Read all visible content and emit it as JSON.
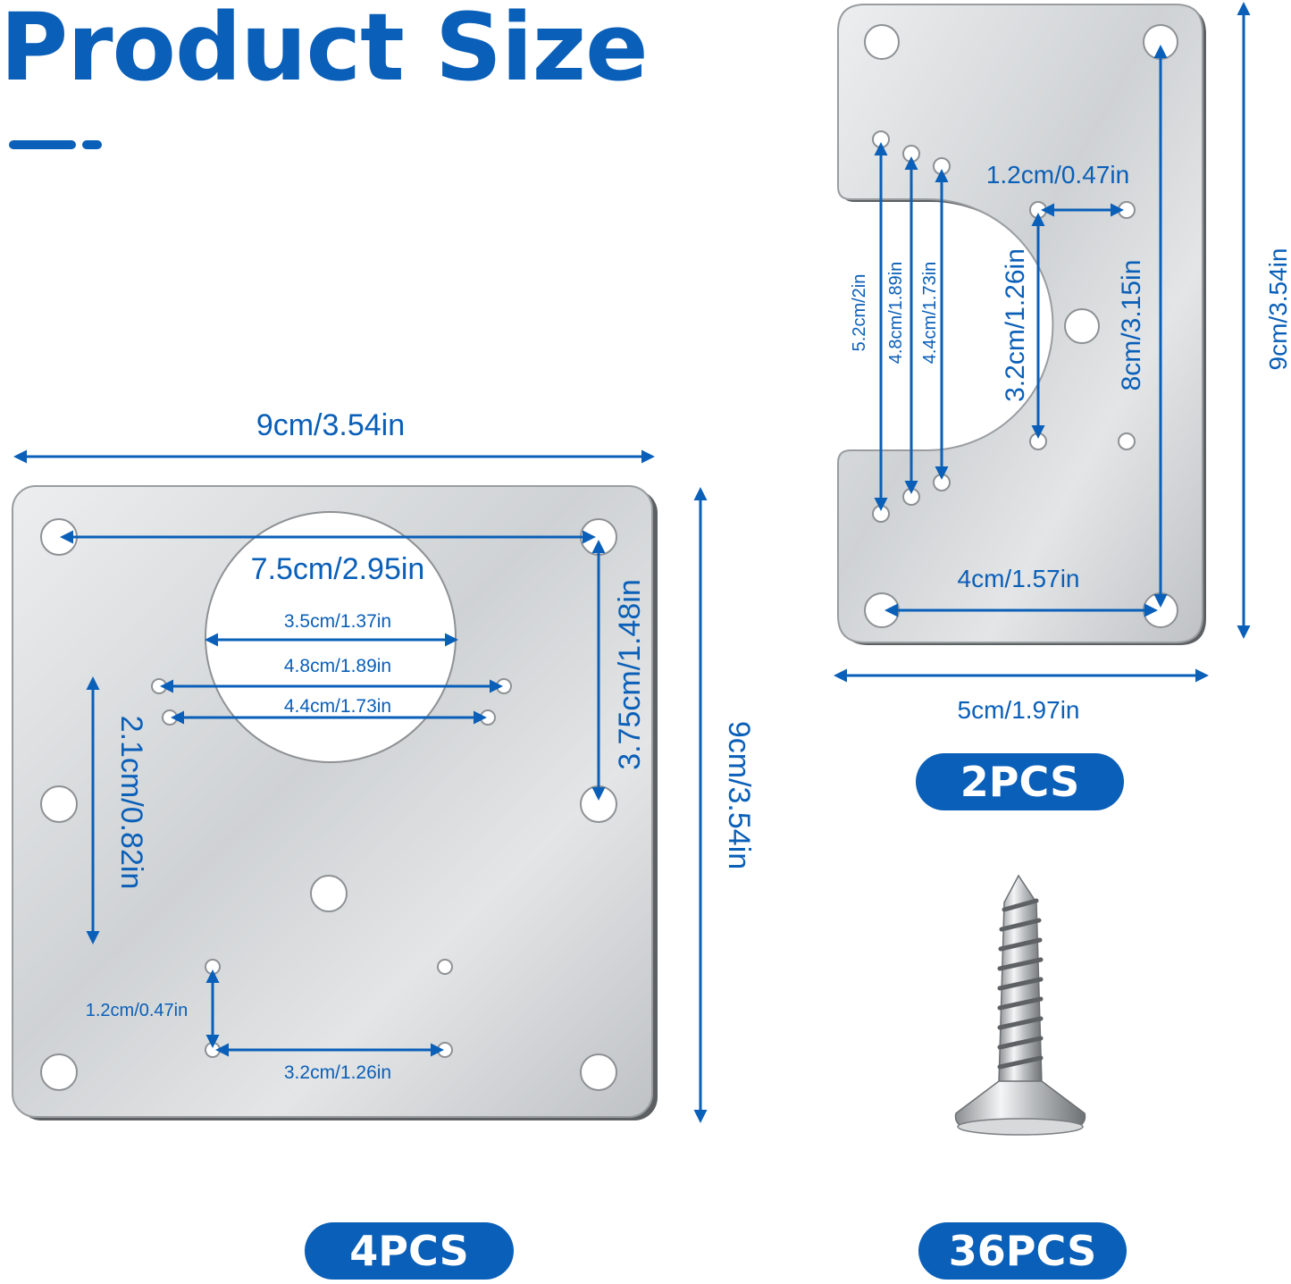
{
  "title": "Product Size",
  "square_plate": {
    "width_label": "9cm/3.54in",
    "height_label": "9cm/3.54in",
    "corner_span_label": "7.5cm/2.95in",
    "side_span_label": "3.75cm/1.48in",
    "circle_label": "3.5cm/1.37in",
    "outer_hole_span_label": "4.8cm/1.89in",
    "inner_hole_span_label": "4.4cm/1.73in",
    "vertical_hole_label": "2.1cm/0.82in",
    "small_vertical_label": "1.2cm/0.47in",
    "small_horizontal_label": "3.2cm/1.26in",
    "quantity": "4PCS"
  },
  "rect_plate": {
    "width_label": "5cm/1.97in",
    "height_label": "9cm/3.54in",
    "hole_span_label": "8cm/3.15in",
    "bottom_span_label": "4cm/1.57in",
    "vertical_small_label": "3.2cm/1.26in",
    "horizontal_small_label": "1.2cm/0.47in",
    "left_span_1": "5.2cm/2in",
    "left_span_2": "4.8cm/1.89in",
    "left_span_3": "4.4cm/1.73in",
    "quantity": "2PCS"
  },
  "screw": {
    "quantity": "36PCS"
  },
  "colors": {
    "accent": "#0a5fb8",
    "plate": "#d4d6d8"
  }
}
